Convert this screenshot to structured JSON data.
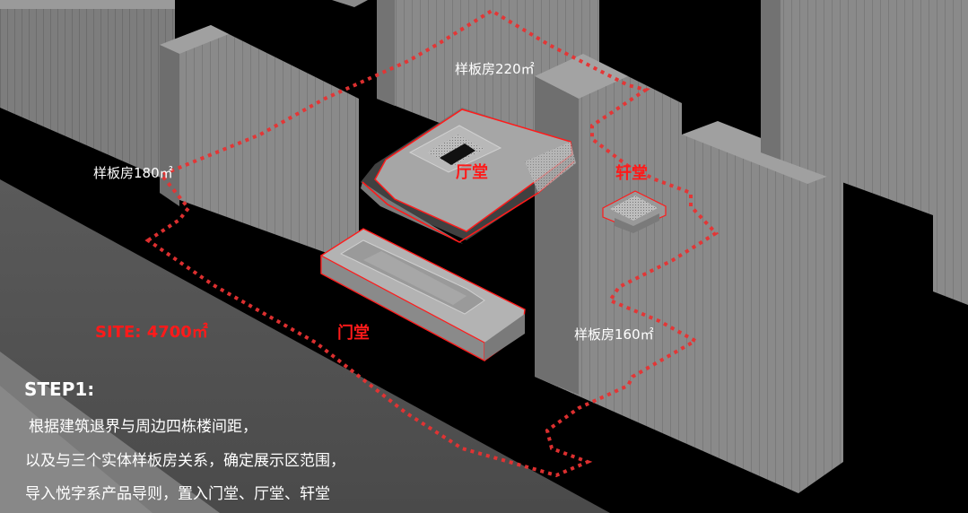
{
  "colors": {
    "background": "#000000",
    "building": "#888888",
    "ground": "#555555",
    "accent_red": "#ff1a1a",
    "dotted_red": "#e83232",
    "text": "#ffffff"
  },
  "labels": {
    "sample_220": "样板房220㎡",
    "sample_180": "样板房180㎡",
    "sample_160": "样板房160㎡",
    "hall_ting": "厅堂",
    "hall_xuan": "轩堂",
    "hall_men": "门堂",
    "site_area": "SITE: 4700㎡"
  },
  "step": {
    "title": "STEP1:",
    "lines": [
      "根据建筑退界与周边四栋楼间距，",
      "以及与三个实体样板房关系，确定展示区范围，",
      "导入悦字系产品导则，置入门堂、厅堂、轩堂"
    ]
  }
}
